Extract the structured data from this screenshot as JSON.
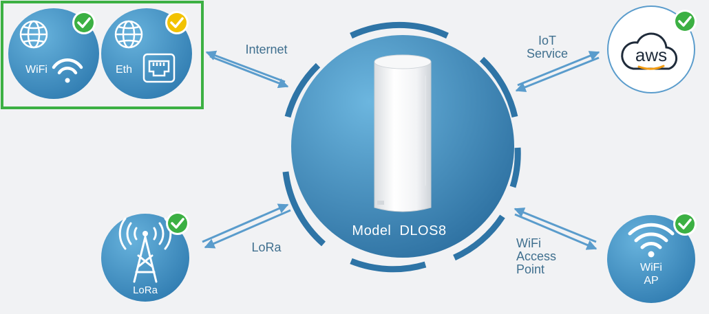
{
  "hub": {
    "model_label": "Model  DLOS8"
  },
  "links": {
    "internet": "Internet",
    "iot_line1": "IoT",
    "iot_line2": "Service",
    "lora": "LoRa",
    "wifi_ap_line1": "WiFi",
    "wifi_ap_line2": "Access",
    "wifi_ap_line3": "Point"
  },
  "nodes": {
    "wifi": {
      "label": "WiFi",
      "check_color": "#3cb043"
    },
    "eth": {
      "label": "Eth",
      "check_color": "#f2c200"
    },
    "aws": {
      "label": "aws",
      "check_color": "#3cb043"
    },
    "lora": {
      "label": "LoRa",
      "check_color": "#3cb043"
    },
    "wifi_ap": {
      "label_line1": "WiFi",
      "label_line2": "AP",
      "check_color": "#3cb043"
    }
  },
  "colors": {
    "circle": "#3a8cbf",
    "arrow": "#5a9ccc",
    "highlight_box": "#3cb043"
  }
}
